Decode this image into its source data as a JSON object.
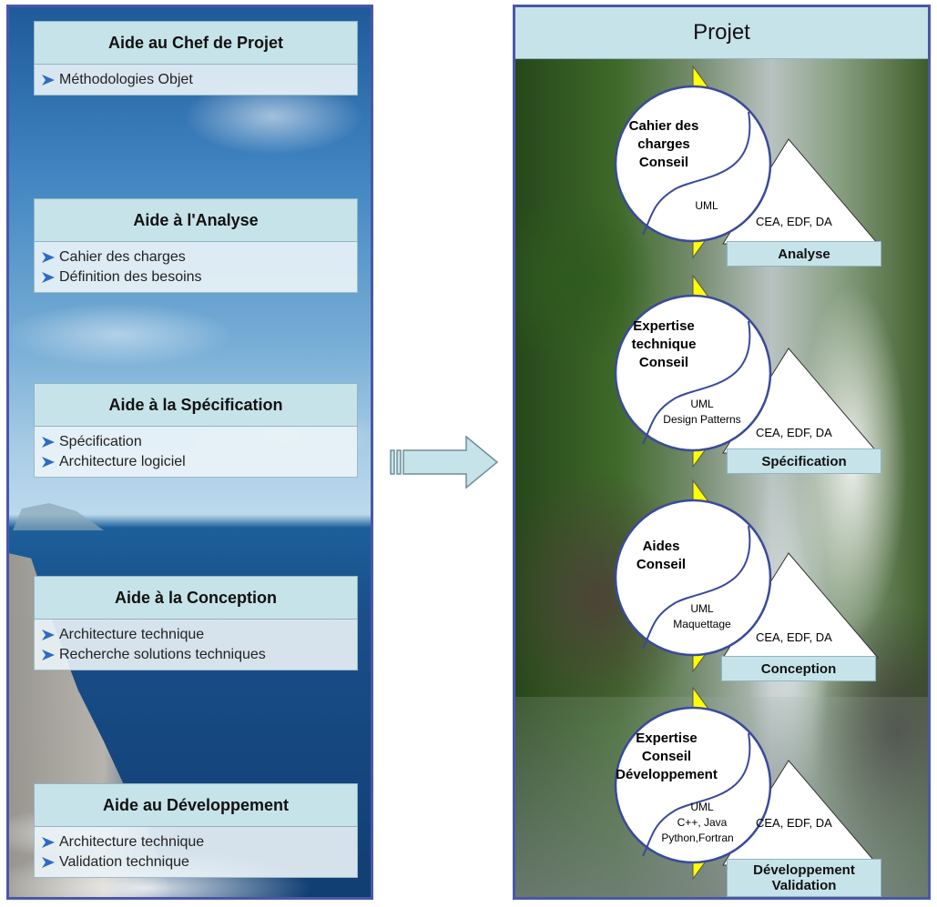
{
  "left_panel": {
    "boxes": [
      {
        "title": "Aide au Chef de Projet",
        "items": [
          "Méthodologies Objet"
        ]
      },
      {
        "title": "Aide à l'Analyse",
        "items": [
          "Cahier des charges",
          "Définition des besoins"
        ]
      },
      {
        "title": "Aide à la Spécification",
        "items": [
          "Spécification",
          "Architecture logiciel"
        ]
      },
      {
        "title": "Aide à la Conception",
        "items": [
          "Architecture technique",
          "Recherche solutions techniques"
        ]
      },
      {
        "title": "Aide au Développement",
        "items": [
          "Architecture technique",
          "Validation technique"
        ]
      }
    ]
  },
  "right_panel": {
    "title": "Projet",
    "phases": [
      {
        "circle_title": [
          "Cahier des",
          "charges",
          "Conseil"
        ],
        "tools": [
          "UML"
        ],
        "orgs": "CEA, EDF, DA",
        "name": [
          "Analyse"
        ]
      },
      {
        "circle_title": [
          "Expertise",
          "technique",
          "Conseil"
        ],
        "tools": [
          "UML",
          "Design Patterns"
        ],
        "orgs": "CEA, EDF, DA",
        "name": [
          "Spécification"
        ]
      },
      {
        "circle_title": [
          "Aides",
          "Conseil"
        ],
        "tools": [
          "UML",
          "Maquettage"
        ],
        "orgs": "CEA, EDF, DA",
        "name": [
          "Conception"
        ]
      },
      {
        "circle_title": [
          "Expertise",
          "Conseil",
          "Développement"
        ],
        "tools": [
          "UML",
          "C++, Java",
          "Python,Fortran"
        ],
        "orgs": "CEA, EDF, DA",
        "name": [
          "Développement",
          "Validation"
        ]
      }
    ]
  },
  "colors": {
    "box_fill": "#c7e3ea",
    "border_blue": "#4a57a8",
    "yellow": "#ffff00",
    "arrow_fill": "#c7e3ea",
    "bullet_blue": "#2b6cc4"
  }
}
